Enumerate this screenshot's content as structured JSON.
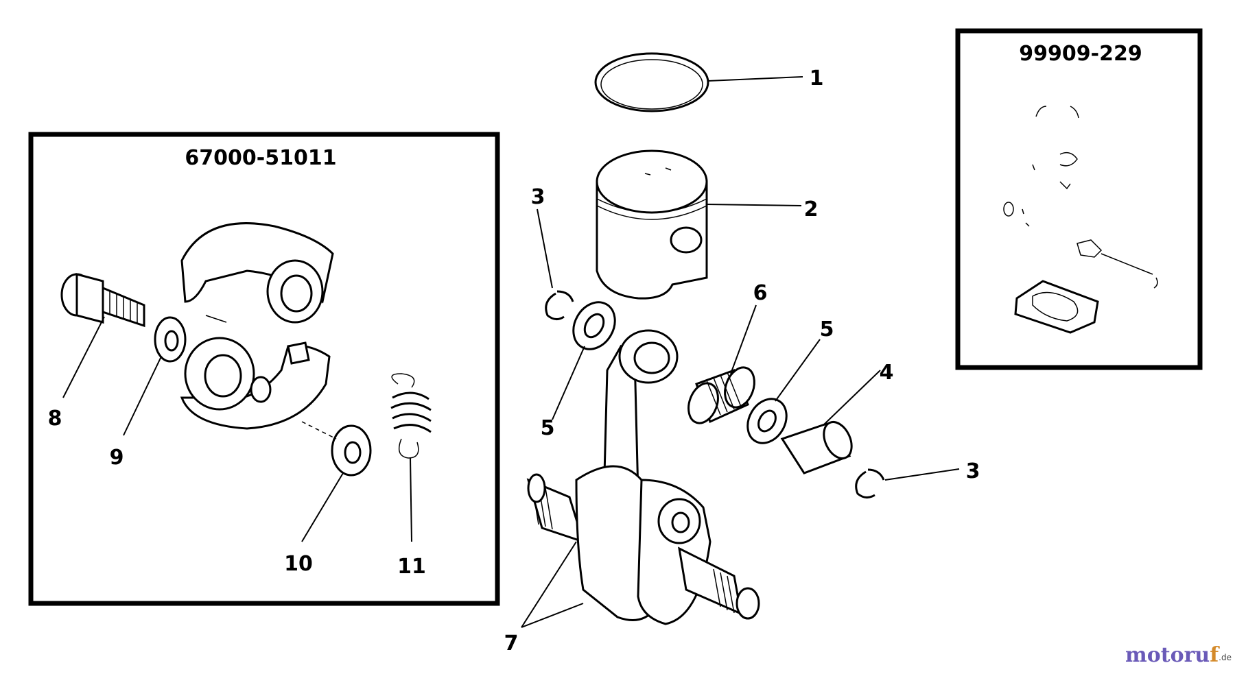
{
  "kits": {
    "clutch": "67000-51011",
    "gasket": "99909-229"
  },
  "callouts": {
    "c1": "1",
    "c2": "2",
    "c3a": "3",
    "c3b": "3",
    "c4": "4",
    "c5a": "5",
    "c5b": "5",
    "c6": "6",
    "c7": "7",
    "c8": "8",
    "c9": "9",
    "c10": "10",
    "c11": "11"
  },
  "watermark": {
    "name_a": "motoru",
    "name_b": "f",
    "tld": ".de"
  }
}
